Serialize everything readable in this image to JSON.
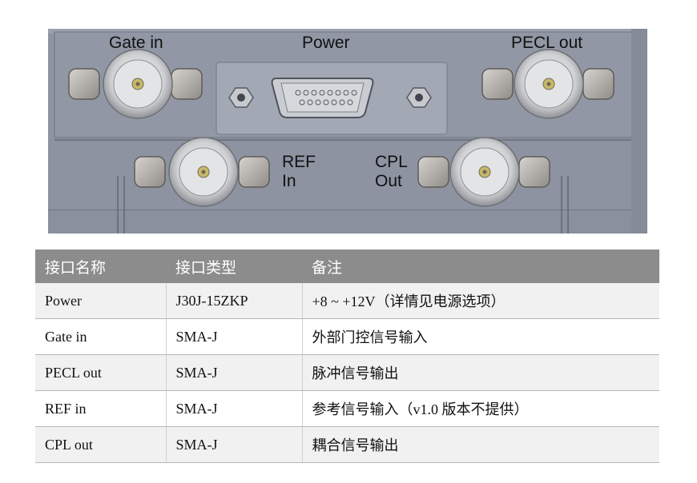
{
  "panel": {
    "labels": {
      "gate_in": "Gate in",
      "power": "Power",
      "pecl_out": "PECL out",
      "ref_line1": "REF",
      "ref_line2": "In",
      "cpl_line1": "CPL",
      "cpl_line2": "Out"
    },
    "colors": {
      "panel": "#8d93a1",
      "panel_light": "#a3a9b6",
      "connector": "#d9dadb",
      "nut": "#b9b6b1"
    }
  },
  "table": {
    "headers": [
      "接口名称",
      "接口类型",
      "备注"
    ],
    "rows": [
      [
        "Power",
        "J30J-15ZKP",
        "+8 ~ +12V（详情见电源选项）"
      ],
      [
        "Gate in",
        "SMA-J",
        "外部门控信号输入"
      ],
      [
        "PECL out",
        "SMA-J",
        "脉冲信号输出"
      ],
      [
        "REF in",
        "SMA-J",
        "参考信号输入（v1.0 版本不提供）"
      ],
      [
        "CPL out",
        "SMA-J",
        "耦合信号输出"
      ]
    ],
    "colors": {
      "header_bg": "#8c8c8c",
      "row_alt_bg": "#f1f1f1"
    }
  }
}
